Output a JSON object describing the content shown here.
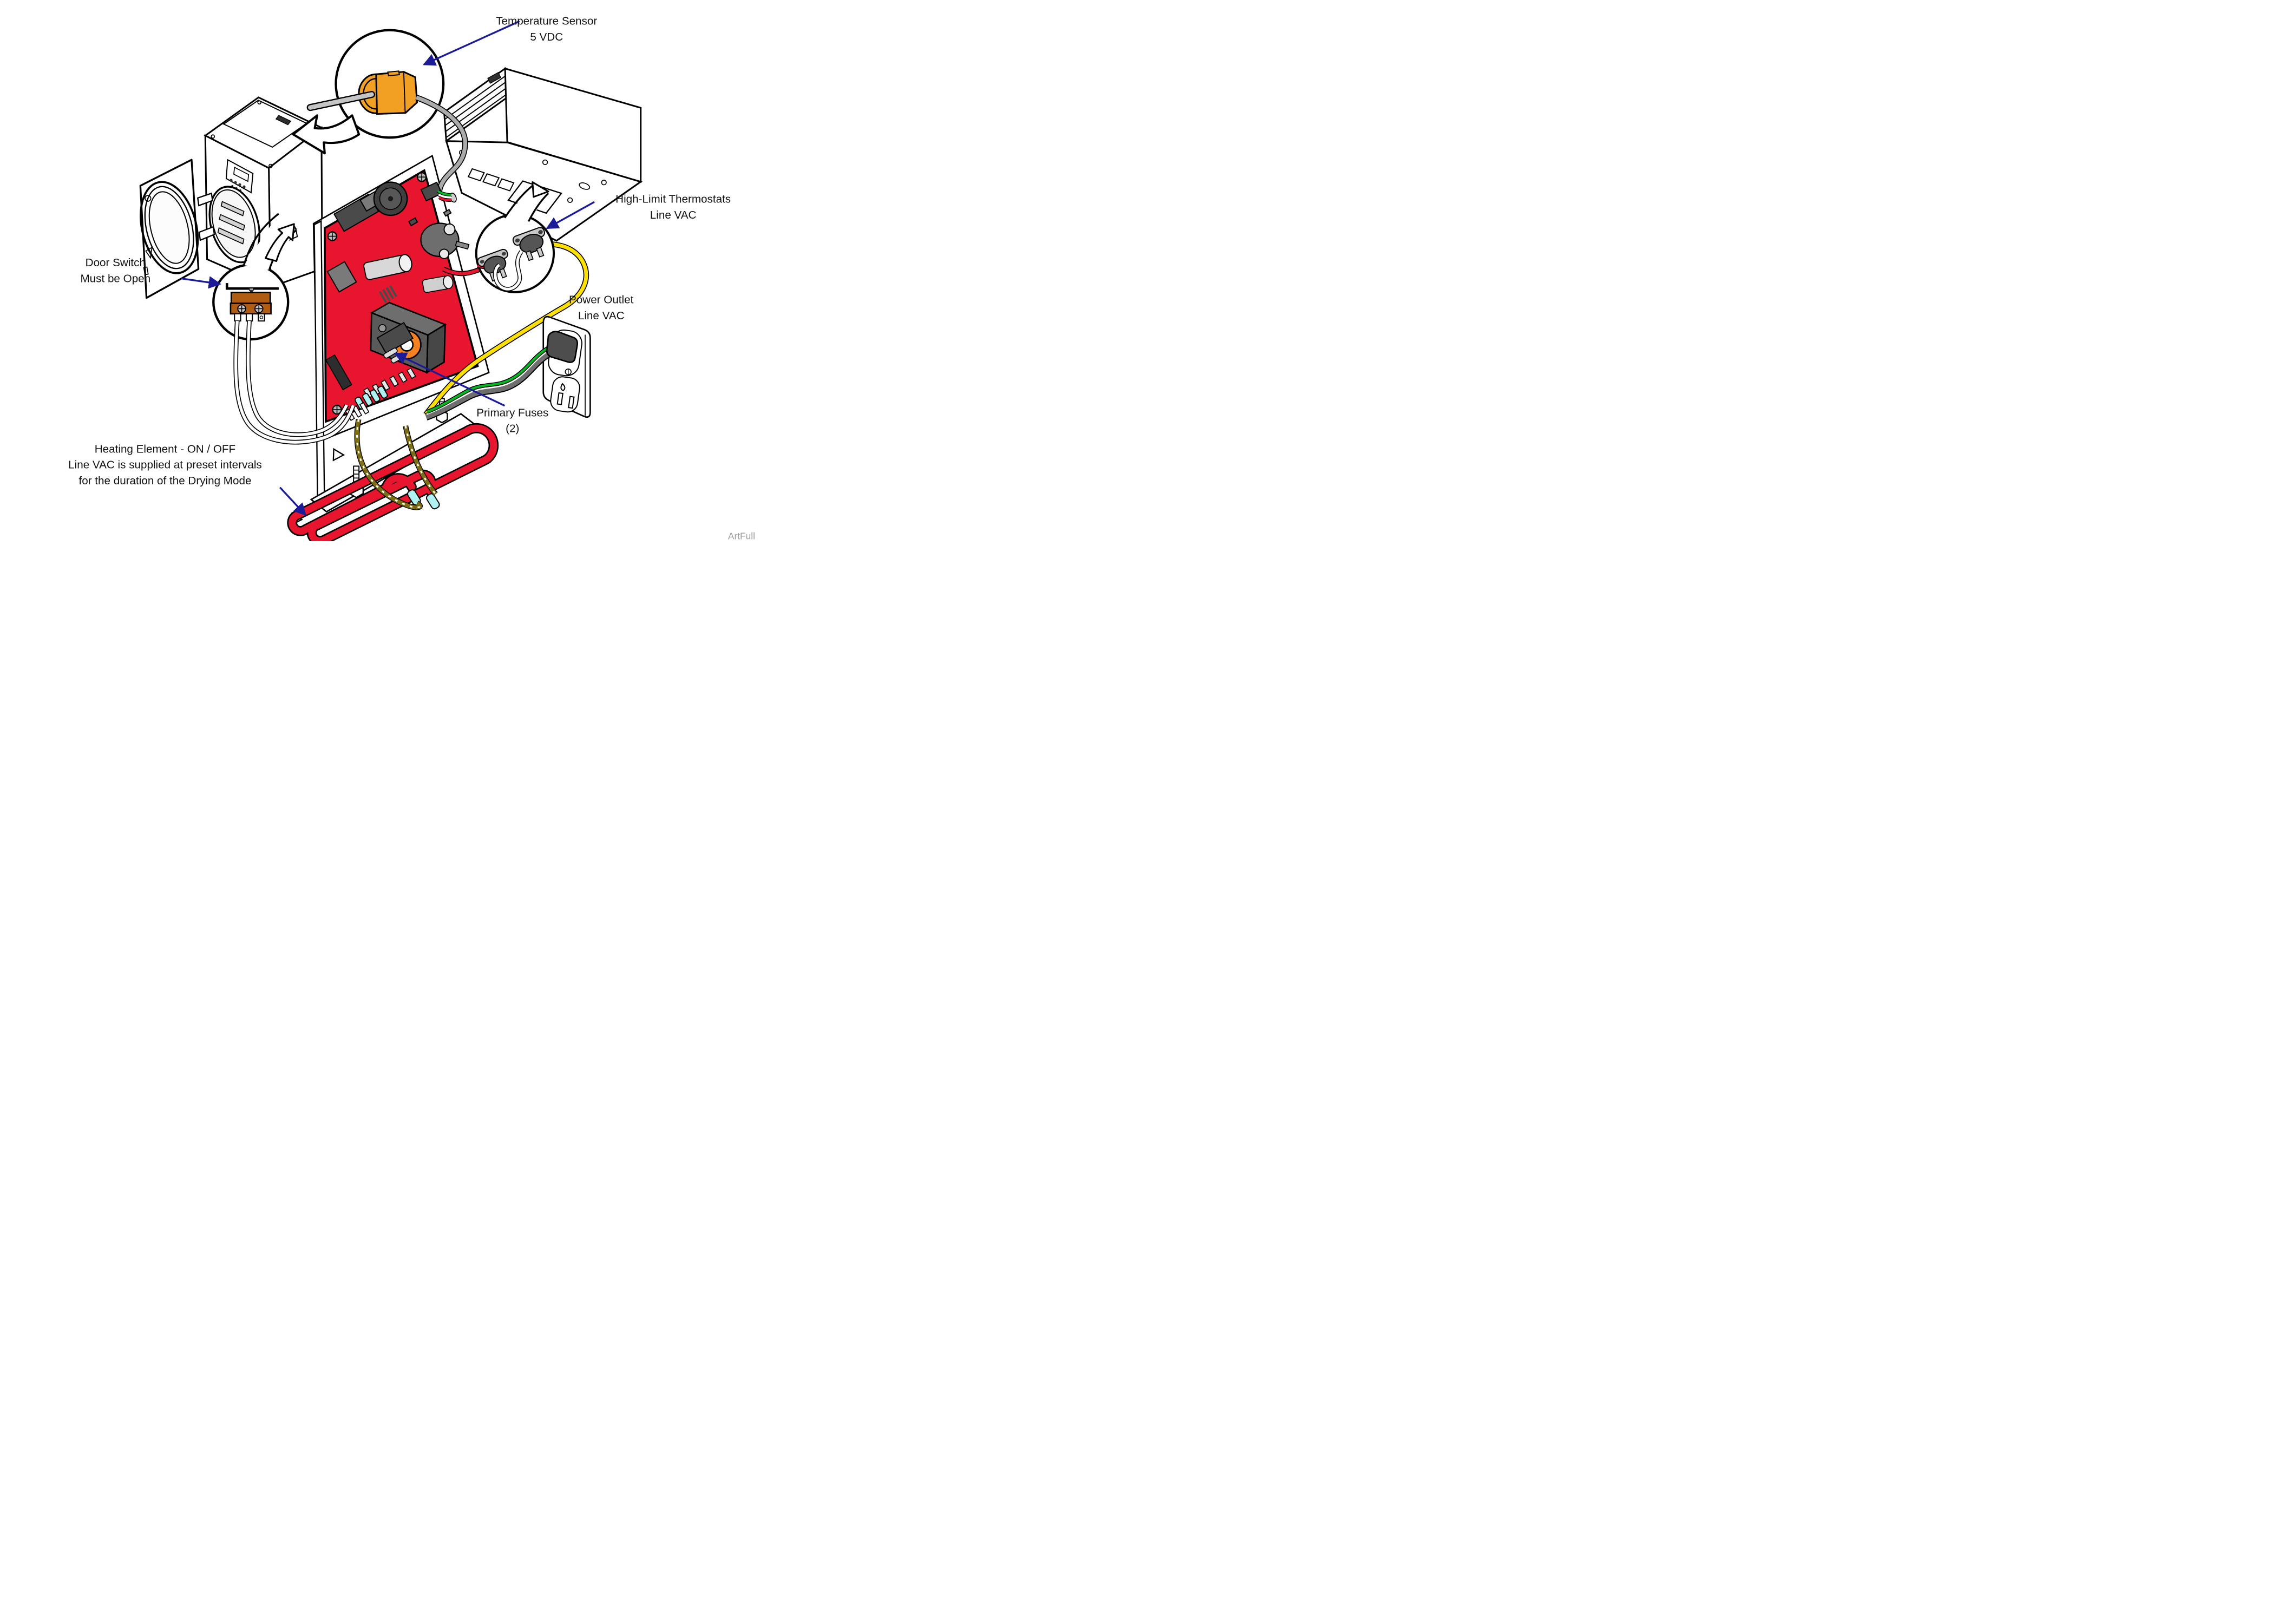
{
  "labels": {
    "temperature_sensor": {
      "line1": "Temperature Sensor",
      "line2": "5 VDC"
    },
    "high_limit": {
      "line1": "High-Limit Thermostats",
      "line2": "Line VAC"
    },
    "door_switch": {
      "line1": "Door Switch",
      "line2": "Must be Open"
    },
    "power_outlet": {
      "line1": "Power Outlet",
      "line2": "Line VAC"
    },
    "primary_fuses": {
      "line1": "Primary Fuses",
      "line2": "(2)"
    },
    "heating_element": {
      "line1": "Heating Element - ON / OFF",
      "line2": "Line VAC is supplied at preset intervals",
      "line3": "for the duration of the Drying Mode"
    },
    "watermark": "ArtFull"
  },
  "colors": {
    "pcb_red": "#e8152e",
    "sensor_orange": "#f2a024",
    "toroid_orange": "#f58220",
    "wire_yellow": "#ffe000",
    "wire_green": "#00b81f",
    "wire_red": "#e8152e",
    "braid_olive": "#7d6e14",
    "terminal_cyan": "#aef2f2",
    "cable_gray": "#aaaaaa",
    "cord_dark": "#4d4d4d",
    "switch_brown": "#b05c12",
    "arrow_navy": "#1b1b97",
    "watermark_gray": "#9e9e9e",
    "component_dark": "#4a4a4a",
    "component_mid": "#7a7a7a",
    "component_light": "#c9c9c9"
  }
}
